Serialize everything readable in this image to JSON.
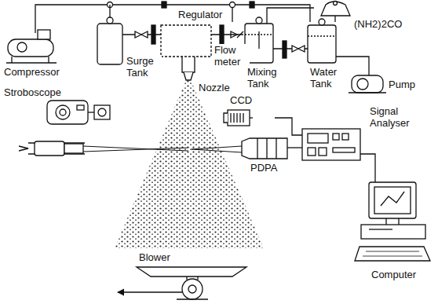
{
  "diagram": {
    "labels": [
      "Regulator",
      "(NH2)2CO",
      "Surge Tank",
      "Flow meter",
      "Nozzle",
      "Mixing Tank",
      "Water Tank",
      "Compressor",
      "Pump",
      "Stroboscope",
      "CCD",
      "Signal Analyser",
      "PDPA",
      "Computer",
      "Blower"
    ]
  }
}
